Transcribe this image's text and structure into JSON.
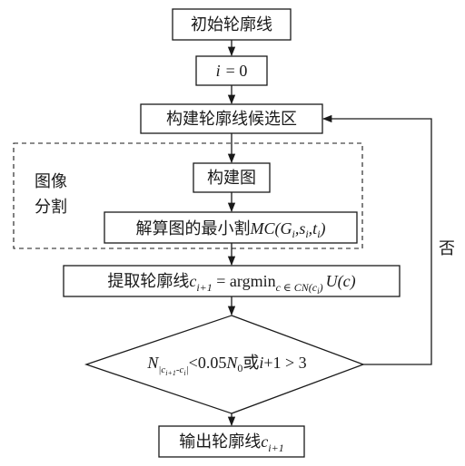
{
  "nodes": {
    "init": "初始轮廓线",
    "i_init": {
      "var": "i",
      "rel": "= 0"
    },
    "build_cand": "构建轮廓线候选区",
    "build_graph": "构建图",
    "solve": {
      "text": "解算图的最小割",
      "func": "MC",
      "args": "(G",
      "sub_i": "i",
      "s": ",s",
      "t": ",t",
      "close": ")"
    },
    "extract": {
      "text": "提取轮廓线",
      "c": "c",
      "sub": "i+1",
      "eq": " = argmin",
      "argsub": "c ∈ CN(c",
      "argsub_i": "i",
      "argsub_close": ")",
      "U": "U",
      "Uarg": "(c)"
    },
    "decision": {
      "N": "N",
      "subA": "|c",
      "subA_i1": "i+1",
      "subA_mid": "-c",
      "subA_i": "i",
      "subA_end": "|",
      "lt": "<0.05",
      "N0": "N",
      "N0sub": "0",
      "or": "或",
      "i": "i",
      "tail": "+1 > 3"
    },
    "output": {
      "text": "输出轮廓线",
      "c": "c",
      "sub": "i+1"
    }
  },
  "group_label": {
    "line1": "图像",
    "line2": "分割"
  },
  "edge_labels": {
    "no": "否"
  }
}
